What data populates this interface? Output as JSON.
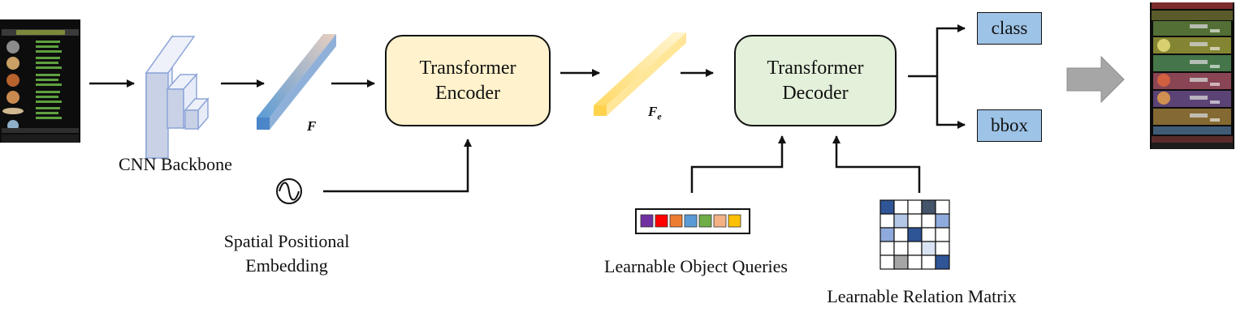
{
  "encoder": {
    "line1": "Transformer",
    "line2": "Encoder"
  },
  "decoder": {
    "line1": "Transformer",
    "line2": "Decoder"
  },
  "outputs": {
    "class_label": "class",
    "bbox_label": "bbox"
  },
  "labels": {
    "cnn_backbone": "CNN Backbone",
    "spatial_line1": "Spatial Positional",
    "spatial_line2": "Embedding",
    "object_queries": "Learnable Object Queries",
    "relation_matrix": "Learnable Relation Matrix"
  },
  "features": {
    "f": "F",
    "fe": "F",
    "fe_sub": "e"
  },
  "colors": {
    "encoder_fill": "#fff2cc",
    "decoder_fill": "#e3f0da",
    "output_fill": "#9dc3e6",
    "cnn_fill": "#d6dcf0",
    "f_feature": "#5b9bd5",
    "fe_feature": "#ffd966",
    "big_arrow": "#a6a6a6"
  },
  "query_colors": [
    "#7030a0",
    "#ff0000",
    "#ed7d31",
    "#5b9bd5",
    "#70ad47",
    "#f4b183",
    "#ffc000"
  ],
  "relation_matrix": {
    "rows": 5,
    "cols": 5,
    "cells": [
      [
        "#2f5597",
        "#ffffff",
        "#ffffff",
        "#44546a",
        "#ffffff"
      ],
      [
        "#ffffff",
        "#b4c7e7",
        "#ffffff",
        "#ffffff",
        "#8faadc"
      ],
      [
        "#8faadc",
        "#ffffff",
        "#2f5597",
        "#ffffff",
        "#ffffff"
      ],
      [
        "#ffffff",
        "#ffffff",
        "#ffffff",
        "#dae3f3",
        "#ffffff"
      ],
      [
        "#ffffff",
        "#a6a6a6",
        "#ffffff",
        "#ffffff",
        "#2f5597"
      ]
    ]
  }
}
